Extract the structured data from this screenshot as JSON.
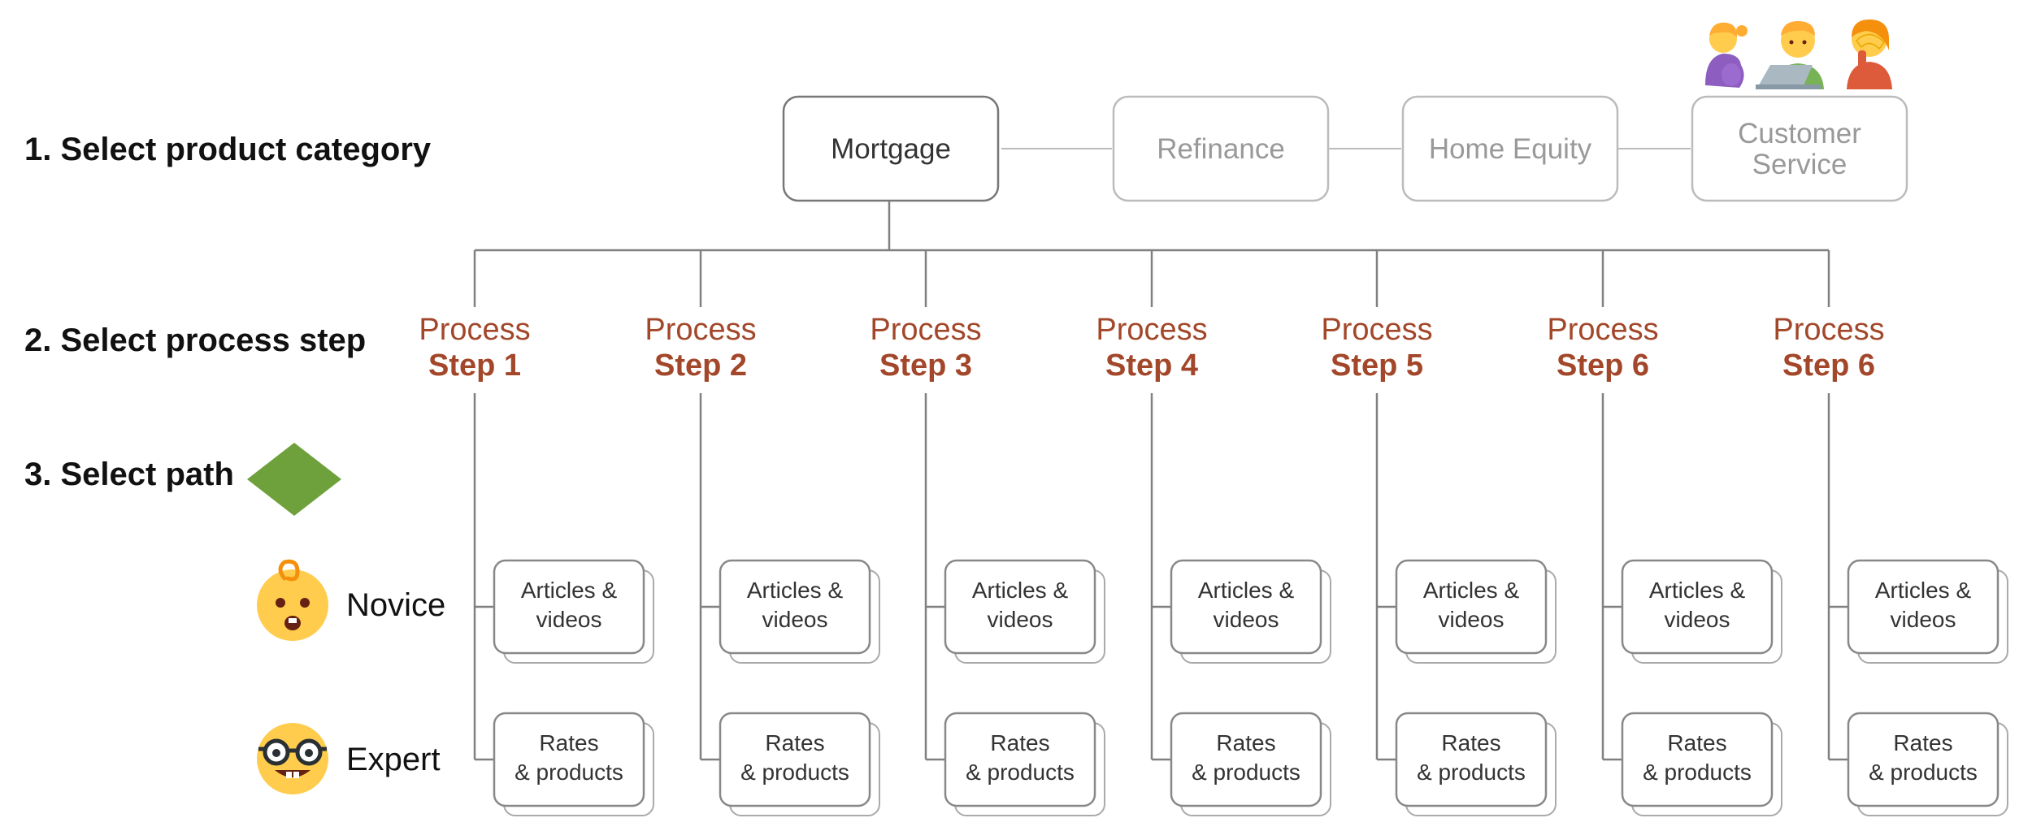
{
  "row_labels": {
    "category": "1. Select product category",
    "step": "2. Select process step",
    "path": "3. Select path"
  },
  "categories": [
    {
      "label": "Mortgage",
      "active": true
    },
    {
      "label": "Refinance",
      "active": false
    },
    {
      "label": "Home Equity",
      "active": false
    },
    {
      "label": "Customer Service",
      "active": false
    }
  ],
  "steps": [
    {
      "top": "Process",
      "bottom": "Step 1"
    },
    {
      "top": "Process",
      "bottom": "Step 2"
    },
    {
      "top": "Process",
      "bottom": "Step 3"
    },
    {
      "top": "Process",
      "bottom": "Step 4"
    },
    {
      "top": "Process",
      "bottom": "Step 5"
    },
    {
      "top": "Process",
      "bottom": "Step 6"
    },
    {
      "top": "Process",
      "bottom": "Step 6"
    }
  ],
  "paths": {
    "novice": "Novice",
    "expert": "Expert"
  },
  "cards": {
    "articles": "Articles & videos",
    "rates": "Rates & products"
  },
  "colors": {
    "step_text": "#a3472a",
    "active_border": "#777777",
    "inactive_border": "#bbbbbb",
    "connector": "#808080",
    "path_diamond": "#6ea13b",
    "emoji_face": "#ffcc4d"
  },
  "icons": {
    "personas": [
      "woman-pregnant-icon",
      "man-technologist-icon",
      "person-facepalming-icon"
    ],
    "novice": "baby-face-icon",
    "expert": "nerd-face-icon",
    "path_marker": "diamond-icon"
  }
}
